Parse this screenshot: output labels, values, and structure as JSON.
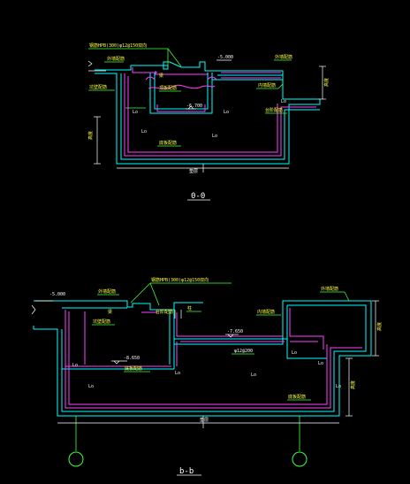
{
  "colors": {
    "background": "#000000",
    "wall_outline": "#00ffff",
    "rebar": "#ff40ff",
    "leader": "#40ff40",
    "dimension": "#ffffff",
    "label": "#ffff40",
    "axis_bubble": "#40ff40"
  },
  "section_a": {
    "title": "0-0",
    "callout_top": "钢筋HPB(300)φ12@150双向",
    "elev_top": "-5.000",
    "elev_inner": "-6.700",
    "lo": "Lo",
    "labels": {
      "outer_rebar_left": "外墙配筋",
      "outer_rebar_right": "外墙配筋",
      "slab_rebar": "顶板配筋",
      "beam": "梁",
      "inner_wall": "内墙配筋",
      "pit_note": "坑壁配筋",
      "bottom_rebar": "底板配筋",
      "step_note": "台阶配筋",
      "height_left": "高度",
      "height_right": "高度",
      "base": "垫层"
    }
  },
  "section_b": {
    "title": "b-b",
    "callout_top": "钢筋HPB(300)φ12@150双向",
    "elev_top": "-5.000",
    "elev_mid": "-7.650",
    "elev_low": "-8.650",
    "rebar_note": "φ12@200",
    "lo": "Lo",
    "labels": {
      "outer_rebar_left": "外墙配筋",
      "outer_rebar_right": "外墙配筋",
      "beam": "梁",
      "step_note": "台阶配筋",
      "column": "柱",
      "inner_wall": "内墙配筋",
      "pit_note": "坑壁配筋",
      "bottom_rebar": "底板配筋",
      "bottom_rebar_right": "底板配筋",
      "height_right": "高度",
      "height_right_low": "高度",
      "base": "垫层"
    }
  }
}
